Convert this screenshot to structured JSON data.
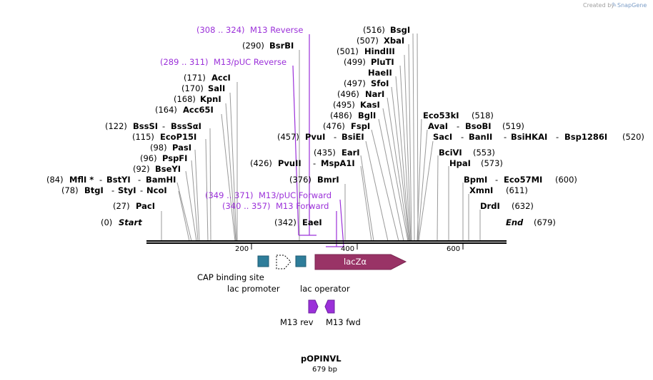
{
  "watermark": {
    "prefix": "Created by",
    "brand": "SnapGene"
  },
  "plasmid": {
    "name": "pOPINVL",
    "length": "679 bp"
  },
  "ends": {
    "start": {
      "pos": "(0)",
      "label": "Start"
    },
    "end": {
      "pos": "(679)",
      "label": "End"
    }
  },
  "primers": [
    {
      "range": "(308 .. 324)",
      "name": "M13 Reverse"
    },
    {
      "range": "(289 .. 311)",
      "name": "M13/pUC Reverse"
    },
    {
      "range": "(349 .. 371)",
      "name": "M13/pUC Forward"
    },
    {
      "range": "(340 .. 357)",
      "name": "M13 Forward"
    }
  ],
  "left_sites": [
    {
      "pos": "(171)",
      "names": [
        "AccI"
      ]
    },
    {
      "pos": "(170)",
      "names": [
        "SalI"
      ]
    },
    {
      "pos": "(168)",
      "names": [
        "KpnI"
      ]
    },
    {
      "pos": "(164)",
      "names": [
        "Acc65I"
      ]
    },
    {
      "pos": "(122)",
      "names": [
        "BssSI",
        "BssSαI"
      ]
    },
    {
      "pos": "(115)",
      "names": [
        "EcoP15I"
      ]
    },
    {
      "pos": "(98)",
      "names": [
        "PasI"
      ]
    },
    {
      "pos": "(96)",
      "names": [
        "PspFI"
      ]
    },
    {
      "pos": "(92)",
      "names": [
        "BseYI"
      ]
    },
    {
      "pos": "(84)",
      "names": [
        "MflI *",
        "BstYI",
        "BamHI"
      ]
    },
    {
      "pos": "(78)",
      "names": [
        "BtgI",
        "StyI",
        "NcoI"
      ]
    },
    {
      "pos": "(27)",
      "names": [
        "PacI"
      ]
    }
  ],
  "center_sites": [
    {
      "pos": "(290)",
      "names": [
        "BsrBI"
      ]
    },
    {
      "pos": "(457)",
      "names": [
        "PvuI",
        "BsiEI"
      ]
    },
    {
      "pos": "(435)",
      "names": [
        "EarI"
      ]
    },
    {
      "pos": "(426)",
      "names": [
        "PvuII",
        "MspA1I"
      ]
    },
    {
      "pos": "(376)",
      "names": [
        "BmrI"
      ]
    },
    {
      "pos": "(342)",
      "names": [
        "EaeI"
      ]
    }
  ],
  "upper_sites": [
    {
      "pos": "(516)",
      "names": [
        "BsgI"
      ]
    },
    {
      "pos": "(507)",
      "names": [
        "XbaI"
      ]
    },
    {
      "pos": "(501)",
      "names": [
        "HindIII"
      ]
    },
    {
      "pos": "(499)",
      "names": [
        "PluTI"
      ]
    },
    {
      "pos": "",
      "names": [
        "HaeII"
      ]
    },
    {
      "pos": "(497)",
      "names": [
        "SfoI"
      ]
    },
    {
      "pos": "(496)",
      "names": [
        "NarI"
      ]
    },
    {
      "pos": "(495)",
      "names": [
        "KasI"
      ]
    },
    {
      "pos": "(486)",
      "names": [
        "BglI"
      ]
    },
    {
      "pos": "(476)",
      "names": [
        "FspI"
      ]
    }
  ],
  "right_sites": [
    {
      "pos": "(518)",
      "names": [
        "Eco53kI"
      ]
    },
    {
      "pos": "(519)",
      "names": [
        "AvaI",
        "BsoBI"
      ]
    },
    {
      "pos": "(520)",
      "names": [
        "SacI",
        "BanII",
        "BsiHKAI",
        "Bsp1286I"
      ]
    },
    {
      "pos": "(553)",
      "names": [
        "BciVI"
      ]
    },
    {
      "pos": "(573)",
      "names": [
        "HpaI"
      ]
    },
    {
      "pos": "(600)",
      "names": [
        "BpmI",
        "Eco57MI"
      ]
    },
    {
      "pos": "(611)",
      "names": [
        "XmnI"
      ]
    },
    {
      "pos": "(632)",
      "names": [
        "DrdI"
      ]
    }
  ],
  "ruler": {
    "ticks": [
      "200",
      "400",
      "600"
    ]
  },
  "features": {
    "cap": "CAP binding site",
    "lac_promoter": "lac promoter",
    "lac_operator": "lac operator",
    "lacz": "lacZα",
    "m13rev": "M13 rev",
    "m13fwd": "M13 fwd"
  },
  "colors": {
    "primer": "#9b30d9",
    "lacz": "#993366",
    "box": "#2e7d9a",
    "line": "#999999"
  }
}
